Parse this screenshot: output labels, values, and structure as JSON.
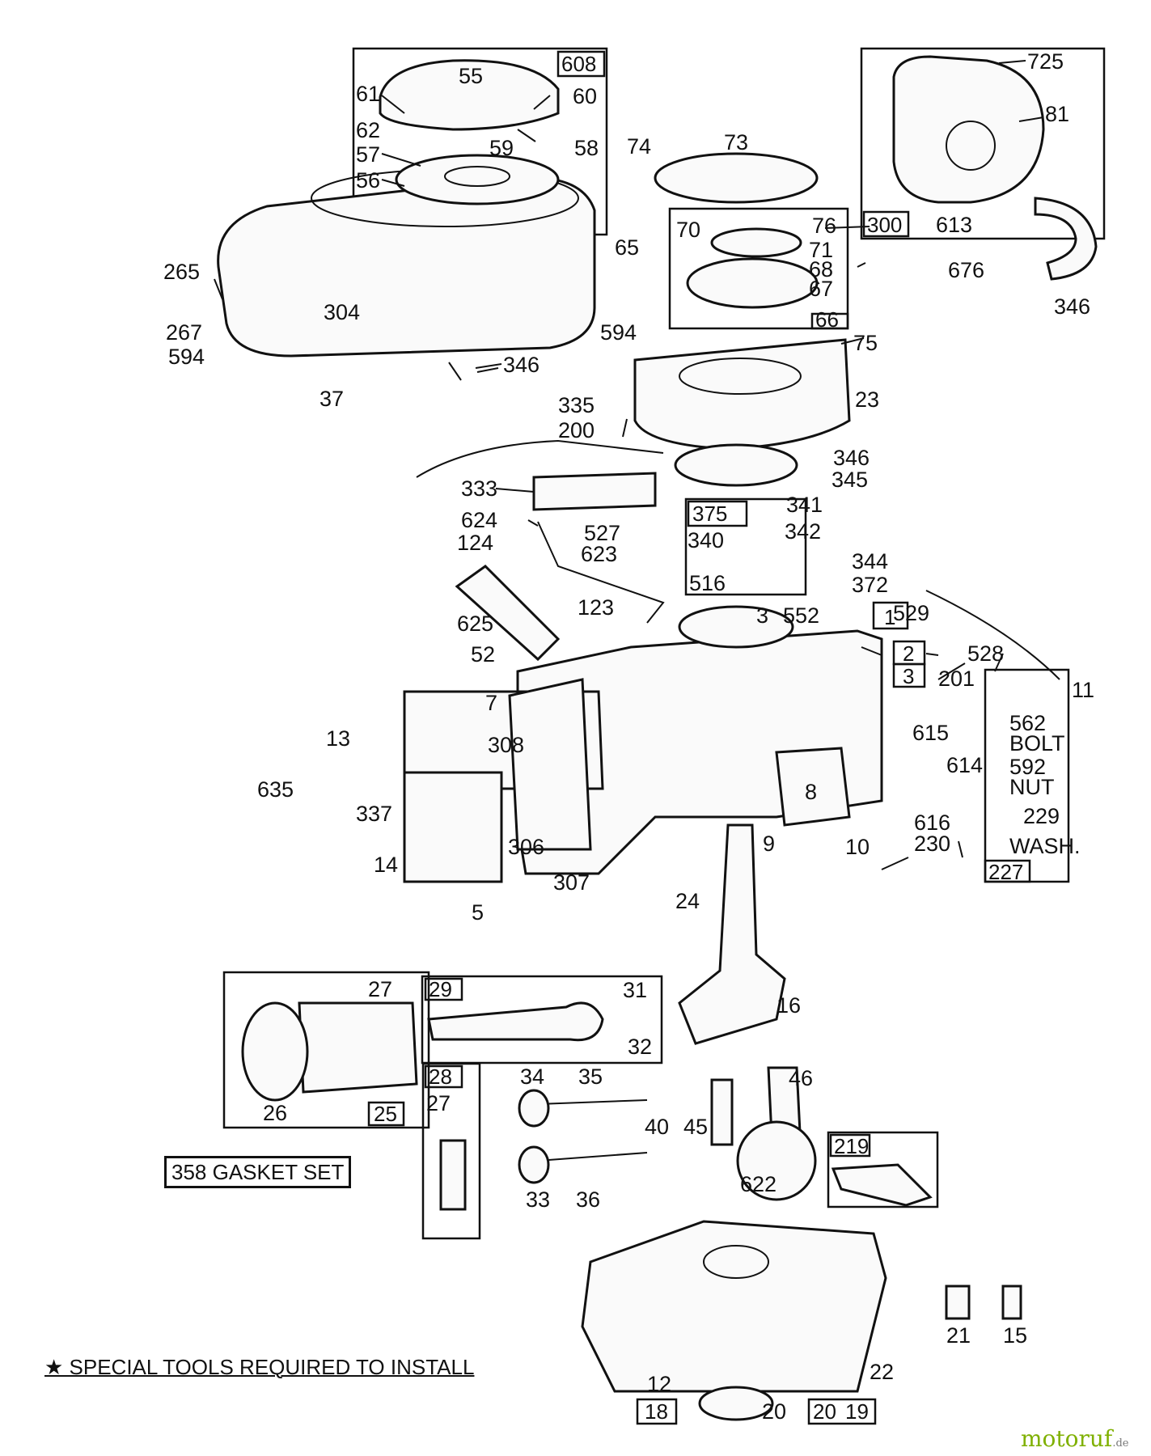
{
  "labels": {
    "l55": "55",
    "l608": "608",
    "l61": "61",
    "l60": "60",
    "l62": "62",
    "l59": "59",
    "l58": "58",
    "l57": "57",
    "l56": "56",
    "l74": "74",
    "l73": "73",
    "l725": "725",
    "l81": "81",
    "l300": "300",
    "l613": "613",
    "l676": "676",
    "l346a": "346",
    "l265": "265",
    "l267": "267",
    "l304": "304",
    "l65": "65",
    "l594a": "594",
    "l594b": "594",
    "l346b": "346",
    "l37": "37",
    "l70": "70",
    "l76": "76",
    "l71": "71",
    "l68": "68",
    "l67": "67",
    "l66": "66",
    "l75": "75",
    "l23": "23",
    "l335": "335",
    "l200": "200",
    "l346c": "346",
    "l345": "345",
    "l333": "333",
    "l624": "624",
    "l527": "527",
    "l623": "623",
    "l375": "375",
    "l341": "341",
    "l340": "340",
    "l342": "342",
    "l344": "344",
    "l372": "372",
    "l516": "516",
    "l124": "124",
    "l123": "123",
    "l529": "529",
    "l625": "625",
    "l3a": "3",
    "l552": "552",
    "l1": "1",
    "l2": "2",
    "l3b": "3",
    "l528": "528",
    "l52": "52",
    "l201": "201",
    "l11": "11",
    "l7": "7",
    "l562": "562",
    "l562b": "BOLT",
    "l592": "592",
    "l592b": "NUT",
    "l13": "13",
    "l308": "308",
    "l615": "615",
    "l614": "614",
    "l635": "635",
    "l337": "337",
    "l8": "8",
    "l229": "229",
    "l229b": "WASH.",
    "l616": "616",
    "l230": "230",
    "l306": "306",
    "l9": "9",
    "l10": "10",
    "l14": "14",
    "l307": "307",
    "l227": "227",
    "l5": "5",
    "l24": "24",
    "l27a": "27",
    "l29": "29",
    "l31": "31",
    "l16": "16",
    "l32": "32",
    "l28": "28",
    "l34": "34",
    "l35": "35",
    "l46": "46",
    "l27b": "27",
    "l26": "26",
    "l25": "25",
    "l40": "40",
    "l45": "45",
    "l219": "219",
    "l33": "33",
    "l36": "36",
    "l622": "622",
    "l12": "12",
    "l18": "18",
    "l20a": "20",
    "l20b": "20",
    "l19": "19",
    "l21": "21",
    "l15": "15",
    "l22": "22"
  },
  "notes": {
    "gasket_set": "358 GASKET SET",
    "special_tools": "★ SPECIAL TOOLS REQUIRED TO INSTALL"
  },
  "watermark": {
    "brand": "motoruf",
    "suffix": ".de",
    "color": "#7fb000"
  }
}
